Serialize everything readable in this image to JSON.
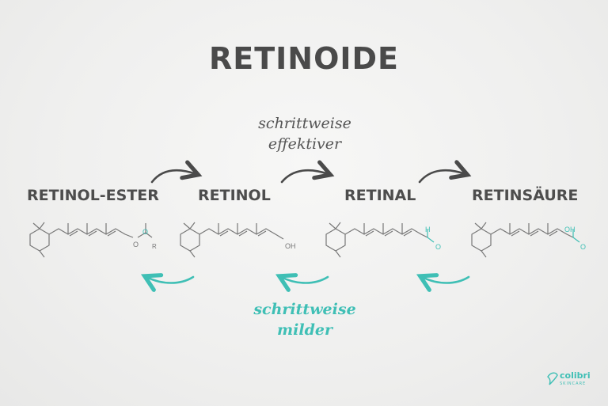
{
  "title": "RETINOIDE",
  "top_note": [
    "schrittweise",
    "effektiver"
  ],
  "bottom_note": [
    "schrittweise",
    "milder"
  ],
  "compounds": [
    {
      "name": "RETINOL-ESTER",
      "group_label": "O",
      "r_label": "R"
    },
    {
      "name": "RETINOL",
      "group_label": "OH"
    },
    {
      "name": "RETINAL",
      "group_label": "H"
    },
    {
      "name": "RETINSÄURE",
      "group_label": "OH"
    }
  ],
  "brand": {
    "name": "colibri",
    "sub": "SKINCARE"
  },
  "colors": {
    "title": "#4a4a4a",
    "accent": "#3fbfb5",
    "dark_arrow": "#4a4a4a",
    "structure": "#777777"
  }
}
